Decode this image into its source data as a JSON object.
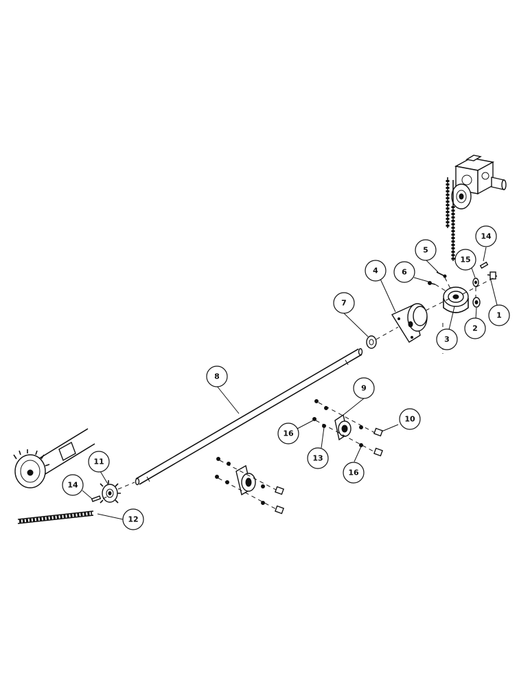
{
  "callouts": {
    "c1": "1",
    "c2": "2",
    "c3": "3",
    "c4": "4",
    "c5": "5",
    "c6": "6",
    "c7": "7",
    "c8": "8",
    "c9": "9",
    "c10": "10",
    "c11": "11",
    "c12": "12",
    "c13": "13",
    "c14a": "14",
    "c14b": "14",
    "c15": "15",
    "c16a": "16",
    "c16b": "16"
  }
}
